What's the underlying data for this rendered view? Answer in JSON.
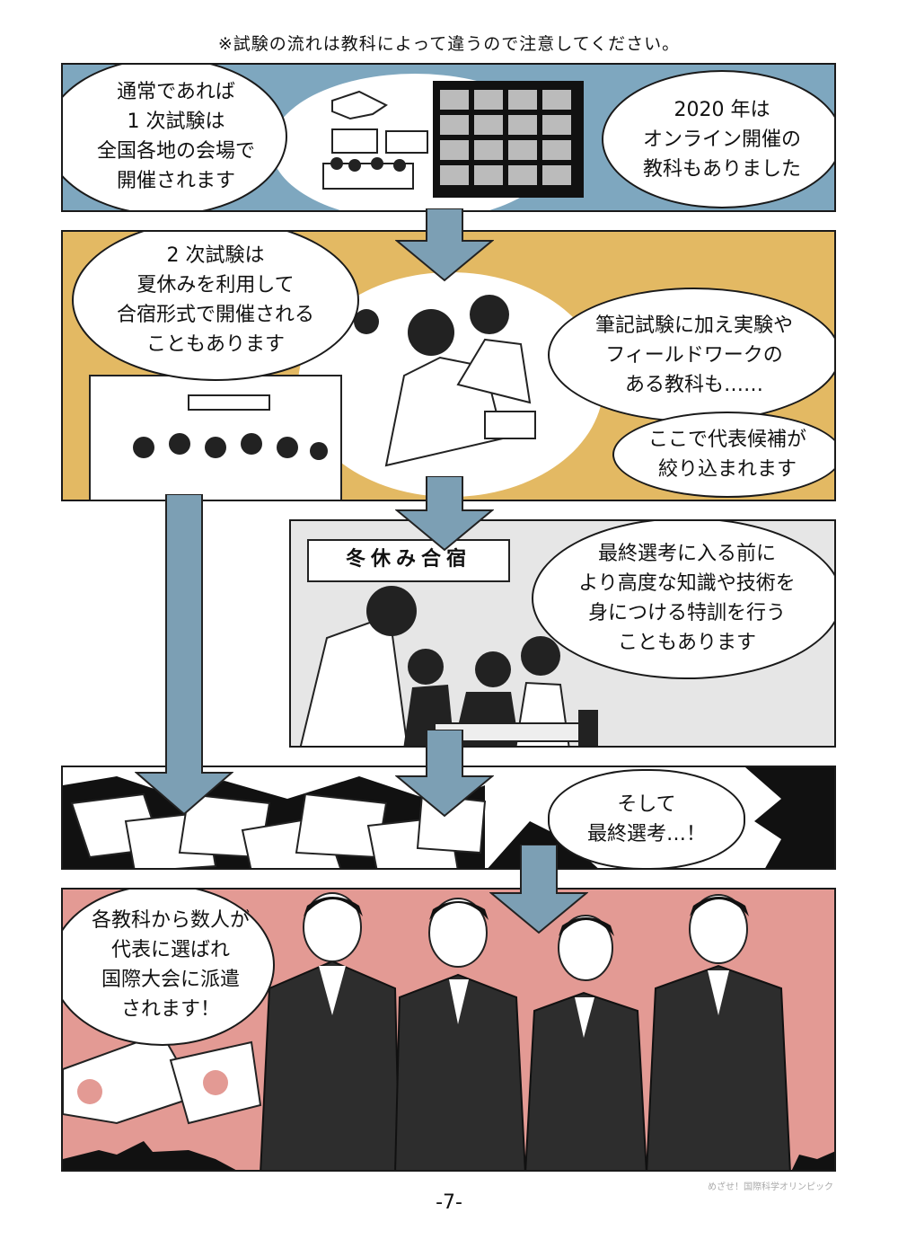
{
  "header_note": "※試験の流れは教科によって違うので注意してください。",
  "panel1": {
    "bubble_left": "通常であれば\n1 次試験は\n全国各地の会場で\n開催されます",
    "bubble_right": "2020 年は\nオンライン開催の\n教科もありました",
    "bg_color": "#7ea7bf"
  },
  "panel2": {
    "bubble_left": "2 次試験は\n夏休みを利用して\n合宿形式で開催される\nこともあります",
    "bubble_right": "筆記試験に加え実験や\nフィールドワークの\nある教科も……",
    "bubble_right2": "ここで代表候補が\n絞り込まれます",
    "bg_color": "#e3b963"
  },
  "panel3": {
    "sign": "冬休み合宿",
    "bubble": "最終選考に入る前に\nより高度な知識や技術を\n身につける特訓を行う\nこともあります",
    "bg_color": "#e6e6e6"
  },
  "panel4": {
    "bubble": "そして\n最終選考…！"
  },
  "panel5": {
    "bubble": "各教科から数人が\n代表に選ばれ\n国際大会に派遣\nされます！",
    "bg_color": "#e39a94"
  },
  "credit": "めざせ！国際科学オリンピック",
  "page_number": "-7-",
  "arrow_color": "#7c9fb4"
}
